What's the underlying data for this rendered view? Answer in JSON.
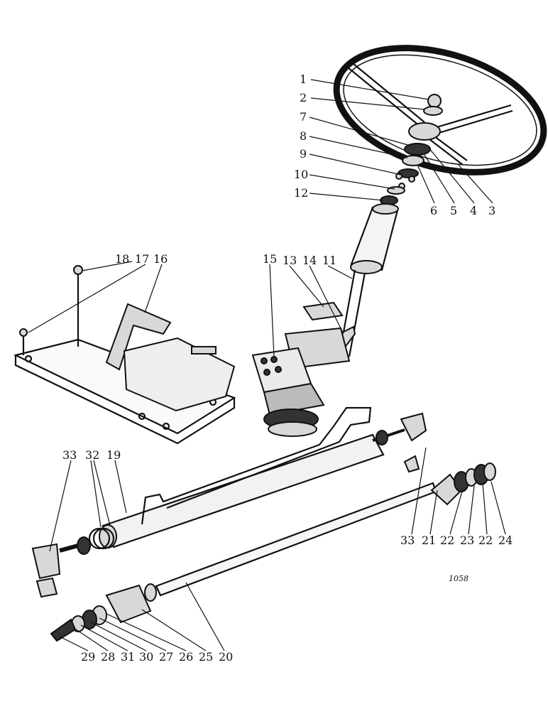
{
  "drawing_code": "1058",
  "callouts": [
    {
      "id": "c1",
      "label": "1"
    },
    {
      "id": "c2",
      "label": "2"
    },
    {
      "id": "c7",
      "label": "7"
    },
    {
      "id": "c8",
      "label": "8"
    },
    {
      "id": "c9",
      "label": "9"
    },
    {
      "id": "c10",
      "label": "10"
    },
    {
      "id": "c12",
      "label": "12"
    },
    {
      "id": "c6",
      "label": "6"
    },
    {
      "id": "c5",
      "label": "5"
    },
    {
      "id": "c4",
      "label": "4"
    },
    {
      "id": "c3",
      "label": "3"
    },
    {
      "id": "c18",
      "label": "18"
    },
    {
      "id": "c17",
      "label": "17"
    },
    {
      "id": "c16",
      "label": "16"
    },
    {
      "id": "c15",
      "label": "15"
    },
    {
      "id": "c13",
      "label": "13"
    },
    {
      "id": "c14",
      "label": "14"
    },
    {
      "id": "c11",
      "label": "11"
    },
    {
      "id": "c33a",
      "label": "33"
    },
    {
      "id": "c32",
      "label": "32"
    },
    {
      "id": "c19",
      "label": "19"
    },
    {
      "id": "c33b",
      "label": "33"
    },
    {
      "id": "c21",
      "label": "21"
    },
    {
      "id": "c22a",
      "label": "22"
    },
    {
      "id": "c23",
      "label": "23"
    },
    {
      "id": "c22b",
      "label": "22"
    },
    {
      "id": "c24",
      "label": "24"
    },
    {
      "id": "c29",
      "label": "29"
    },
    {
      "id": "c28",
      "label": "28"
    },
    {
      "id": "c31",
      "label": "31"
    },
    {
      "id": "c30",
      "label": "30"
    },
    {
      "id": "c27",
      "label": "27"
    },
    {
      "id": "c26",
      "label": "26"
    },
    {
      "id": "c25",
      "label": "25"
    },
    {
      "id": "c20",
      "label": "20"
    }
  ]
}
